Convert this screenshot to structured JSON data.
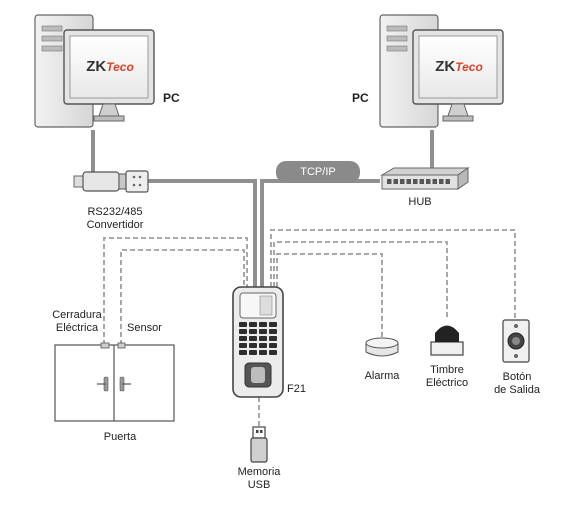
{
  "pc_left": {
    "label": "PC",
    "logo_text": "ZKTeco"
  },
  "pc_right": {
    "label": "PC",
    "logo_text": "ZKTeco"
  },
  "network": {
    "label": "TCP/IP"
  },
  "hub": {
    "label": "HUB"
  },
  "converter": {
    "line1": "RS232/485",
    "line2": "Convertidor"
  },
  "device": {
    "label": "F21"
  },
  "lock": {
    "line1": "Cerradura",
    "line2": "Eléctrica"
  },
  "sensor": {
    "label": "Sensor"
  },
  "door": {
    "label": "Puerta"
  },
  "alarm": {
    "label": "Alarma"
  },
  "bell": {
    "line1": "Timbre",
    "line2": "Eléctrico"
  },
  "exit_button": {
    "line1": "Botón",
    "line2": "de Salida"
  },
  "usb": {
    "line1": "Memoria",
    "line2": "USB"
  },
  "colors": {
    "cable": "#8f8f8f",
    "dashed": "#a8a8a8",
    "logo": "#d9442b",
    "bubble": "#8a8a8a"
  }
}
